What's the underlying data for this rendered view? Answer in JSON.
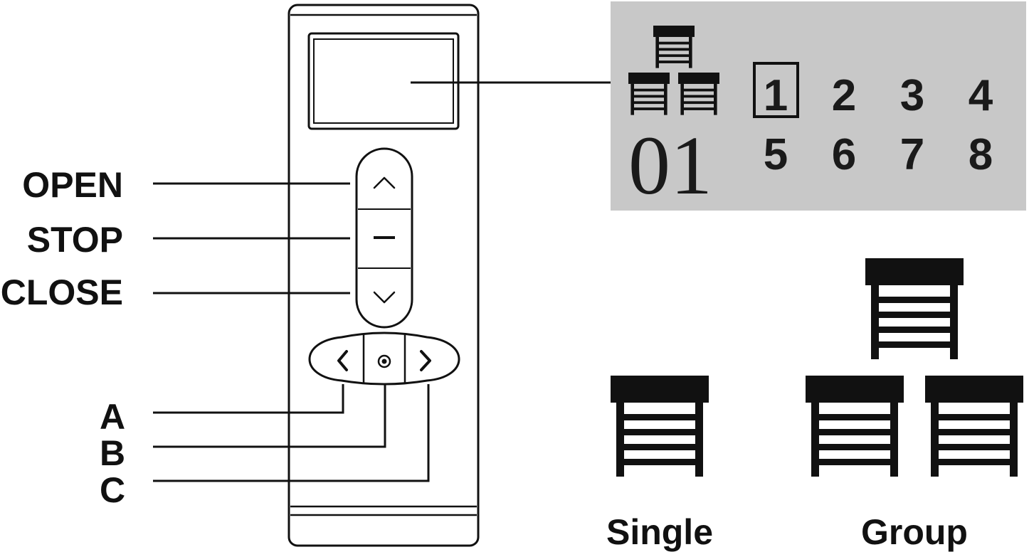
{
  "colors": {
    "ink": "#111111",
    "lcd_background": "#c8c8c8",
    "remote_body": "#ffffff"
  },
  "remote": {
    "buttons": {
      "open_icon": "chevron-up-icon",
      "stop_icon": "minus-icon",
      "close_icon": "chevron-down-icon",
      "a_icon": "chevron-left-icon",
      "b_icon": "circle-dot-icon",
      "c_icon": "chevron-right-icon"
    }
  },
  "callouts": {
    "open": "OPEN",
    "stop": "STOP",
    "close": "CLOSE",
    "a": "A",
    "b": "B",
    "c": "C"
  },
  "lcd": {
    "channel": "01",
    "selected_group": "1",
    "groups_row1": [
      "1",
      "2",
      "3",
      "4"
    ],
    "groups_row2": [
      "5",
      "6",
      "7",
      "8"
    ],
    "group_icon": "shutter-group-icon"
  },
  "legend": {
    "single_label": "Single",
    "group_label": "Group",
    "single_icon": "shutter-icon",
    "group_icon": "shutter-group-icon"
  }
}
